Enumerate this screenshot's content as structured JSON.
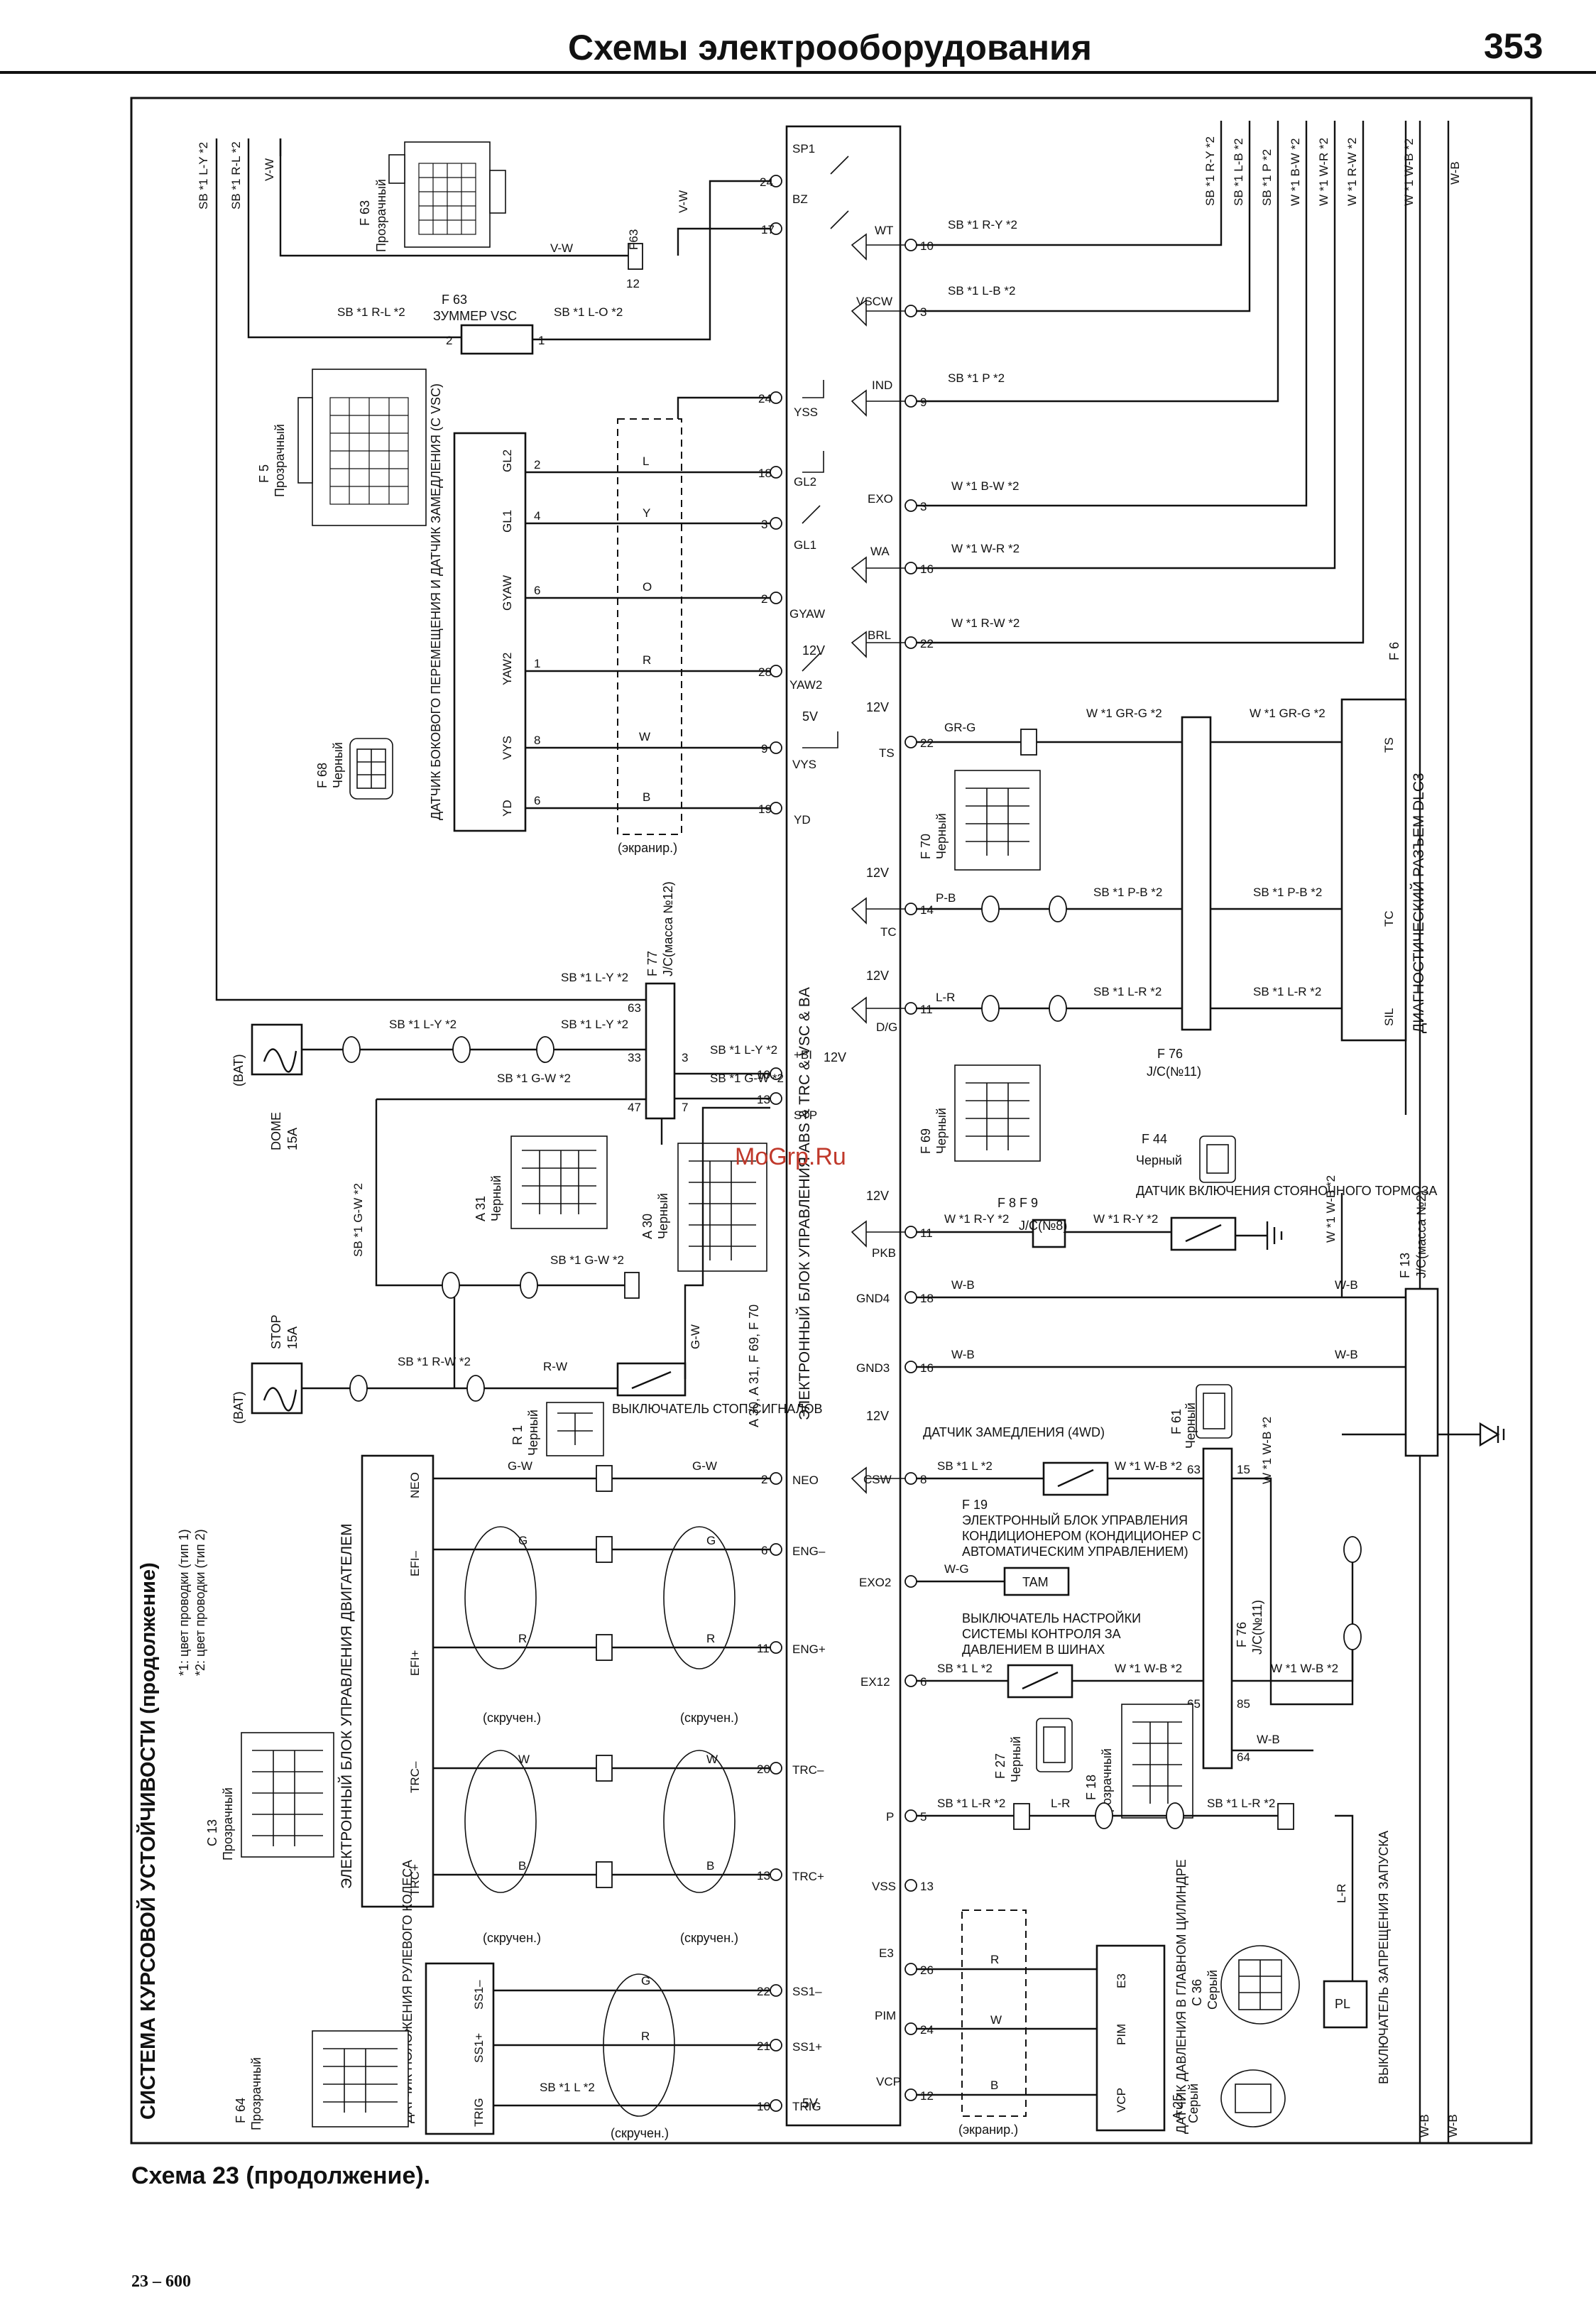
{
  "header": {
    "title": "Схемы электрооборудования",
    "page_number": "353"
  },
  "caption": "Схема 23 (продолжение).",
  "footer": "23 – 600",
  "watermark": "MoGrp.Ru",
  "legend": {
    "system_title": "СИСТЕМА КУРСОВОЙ УСТОЙЧИВОСТИ (продолжение)",
    "note1": "*1: цвет проводки (тип 1)",
    "note2": "*2: цвет проводки (тип 2)"
  },
  "ecu": {
    "name": "ЭЛЕКТРОННЫЙ БЛОК УПРАВЛЕНИЯ ABS & TRC & VSC & BA",
    "connectors": "A 30, A 31, F 69, F 70",
    "left_pins": [
      {
        "name": "SP1",
        "num": "24"
      },
      {
        "name": "BZ",
        "num": "17"
      },
      {
        "name": "YSS",
        "num": "24"
      },
      {
        "name": "GL2",
        "num": "18"
      },
      {
        "name": "GL1",
        "num": "3"
      },
      {
        "name": "GYAW",
        "num": "2"
      },
      {
        "name": "YAW2",
        "num": "28"
      },
      {
        "name": "VYS",
        "num": "9"
      },
      {
        "name": "YD",
        "num": "19"
      },
      {
        "name": "+BI",
        "num": "10"
      },
      {
        "name": "STP",
        "num": "13"
      },
      {
        "name": "NEO",
        "num": "2"
      },
      {
        "name": "ENG–",
        "num": "6"
      },
      {
        "name": "ENG+",
        "num": "11"
      },
      {
        "name": "TRC–",
        "num": "20"
      },
      {
        "name": "TRC+",
        "num": "13"
      },
      {
        "name": "SS1–",
        "num": "22"
      },
      {
        "name": "SS1+",
        "num": "21"
      },
      {
        "name": "TRIG",
        "num": "10"
      }
    ],
    "right_pins": [
      {
        "name": "WT",
        "num": "10"
      },
      {
        "name": "VSCW",
        "num": "3"
      },
      {
        "name": "IND",
        "num": "9"
      },
      {
        "name": "EXO",
        "num": "3"
      },
      {
        "name": "WA",
        "num": "16"
      },
      {
        "name": "BRL",
        "num": "22"
      },
      {
        "name": "TS",
        "num": "22"
      },
      {
        "name": "TC",
        "num": "14"
      },
      {
        "name": "D/G",
        "num": "11"
      },
      {
        "name": "PKB",
        "num": "11"
      },
      {
        "name": "GND4",
        "num": "18"
      },
      {
        "name": "GND3",
        "num": "16"
      },
      {
        "name": "CSW",
        "num": "8"
      },
      {
        "name": "EXO2",
        "num": ""
      },
      {
        "name": "EX12",
        "num": "6"
      },
      {
        "name": "P",
        "num": "5"
      },
      {
        "name": "VSS",
        "num": "13"
      },
      {
        "name": "E3",
        "num": "26"
      },
      {
        "name": "PIM",
        "num": "24"
      },
      {
        "name": "VCP",
        "num": "12"
      }
    ],
    "voltages": [
      "12V",
      "5V"
    ]
  },
  "components": {
    "buzzer": {
      "ref": "F 63",
      "name": "ЗУММЕР VSC",
      "pin_left": "2",
      "pin_right": "1"
    },
    "conn_f63": {
      "ref": "F 63",
      "color": "Прозрачный"
    },
    "conn_f5": {
      "ref": "F 5",
      "color": "Прозрачный"
    },
    "yaw_sensor": {
      "ref": "F 68",
      "color": "Черный",
      "name": "ДАТЧИК БОКОВОГО ПЕРЕМЕЩЕНИЯ И ДАТЧИК ЗАМЕДЛЕНИЯ (С VSC)",
      "pins": [
        {
          "name": "GL2",
          "num": "2",
          "wire": "L"
        },
        {
          "name": "GL1",
          "num": "4",
          "wire": "Y"
        },
        {
          "name": "GYAW",
          "num": "6",
          "wire": "O"
        },
        {
          "name": "YAW2",
          "num": "1",
          "wire": "R"
        },
        {
          "name": "VYS",
          "num": "8",
          "wire": "W"
        },
        {
          "name": "YD",
          "num": "6",
          "wire": "B"
        }
      ]
    },
    "shield": "(экранир.)",
    "twisted": "(скручен.)",
    "jc77": {
      "ref": "F 77",
      "name": "J/C(масса №12)"
    },
    "jc76": {
      "ref": "F 76",
      "name": "J/C(№11)"
    },
    "jc8": {
      "ref": "F 8  F 9",
      "name": "J/C(№8)"
    },
    "jc13": {
      "ref": "F 13",
      "name": "J/C(масса №2)"
    },
    "dome_fuse": {
      "supply": "(BAT)",
      "name": "DOME",
      "rating": "15A"
    },
    "stop_fuse": {
      "supply": "(BAT)",
      "name": "STOP",
      "rating": "15A"
    },
    "stop_switch": {
      "ref": "R 1",
      "color": "Черный",
      "name": "ВЫКЛЮЧАТЕЛЬ СТОП-СИГНАЛОВ"
    },
    "conn_a31": {
      "ref": "A 31",
      "color": "Черный"
    },
    "conn_a30": {
      "ref": "A 30",
      "color": "Черный"
    },
    "conn_f70": {
      "ref": "F 70",
      "color": "Черный"
    },
    "conn_f69": {
      "ref": "F 69",
      "color": "Черный"
    },
    "parking_brake": {
      "ref": "F 44",
      "color": "Черный",
      "name": "ДАТЧИК ВКЛЮЧЕНИЯ СТОЯНОЧНОГО ТОРМОЗА"
    },
    "dlc3": {
      "ref": "F 6",
      "name": "ДИАГНОСТИЧЕСКИЙ РАЗЪЕМ DLC3",
      "pins": [
        "TS",
        "TC",
        "SIL"
      ]
    },
    "decel_sensor": {
      "ref": "F 61",
      "color": "Черный",
      "name": "ДАТЧИК ЗАМЕДЛЕНИЯ (4WD)"
    },
    "ac_ecu": {
      "ref": "F 19",
      "name": "ЭЛЕКТРОННЫЙ БЛОК УПРАВЛЕНИЯ КОНДИЦИОНЕРОМ (КОНДИЦИОНЕР С АВТОМАТИЧЕСКИМ УПРАВЛЕНИЕМ)",
      "pin": "TAM"
    },
    "tire_switch": {
      "ref": "F 27",
      "color": "Черный",
      "name": "ВЫКЛЮЧАТЕЛЬ НАСТРОЙКИ СИСТЕМЫ КОНТРОЛЯ ЗА ДАВЛЕНИЕМ В ШИНАХ"
    },
    "conn_f18": {
      "ref": "F 18",
      "color": "Прозрачный"
    },
    "engine_ecu": {
      "name": "ЭЛЕКТРОННЫЙ БЛОК УПРАВЛЕНИЯ ДВИГАТЕЛЕМ",
      "pins": [
        "NEO",
        "EFI–",
        "EFI+",
        "TRC–",
        "TRC+"
      ]
    },
    "conn_c13": {
      "ref": "C 13",
      "color": "Прозрачный"
    },
    "steering_sensor": {
      "ref": "F 64",
      "color": "Прозрачный",
      "name": "ДАТЧИК ПОЛОЖЕНИЯ РУЛЕВОГО КОЛЕСА",
      "pins": [
        "SS1–",
        "SS1+",
        "TRIG"
      ]
    },
    "pressure_sensor": {
      "ref": "A 25",
      "color": "Серый",
      "name": "ДАТЧИК ДАВЛЕНИЯ В ГЛАВНОМ ЦИЛИНДРЕ",
      "pins": [
        "E3",
        "PIM",
        "VCP"
      ]
    },
    "start_inhibit": {
      "ref": "C 36",
      "color": "Серый",
      "name": "ВЫКЛЮЧАТЕЛЬ ЗАПРЕЩЕНИЯ ЗАПУСКА",
      "pin": "PL"
    }
  },
  "wire_codes": [
    "SB *1 L-Y *2",
    "SB *1 R-L *2",
    "SB *1 L-O *2",
    "V-W",
    "SB *1 R-Y *2",
    "SB *1 L-B *2",
    "SB *1 P *2",
    "W *1 B-W *2",
    "W *1 W-R *2",
    "W *1 R-W *2",
    "W *1 GR-G *2",
    "SB *1 P-B *2",
    "SB *1 L-R *2",
    "SB *1 G-W *2",
    "SB *1 R-W *2",
    "W *1 R-Y *2",
    "W-B",
    "G-W",
    "R-W",
    "W-G",
    "SB *1 L *2",
    "W *1 W-B *2",
    "L-R",
    "GR-G",
    "P-B",
    "G",
    "R",
    "W",
    "B",
    "L",
    "Y",
    "O"
  ]
}
